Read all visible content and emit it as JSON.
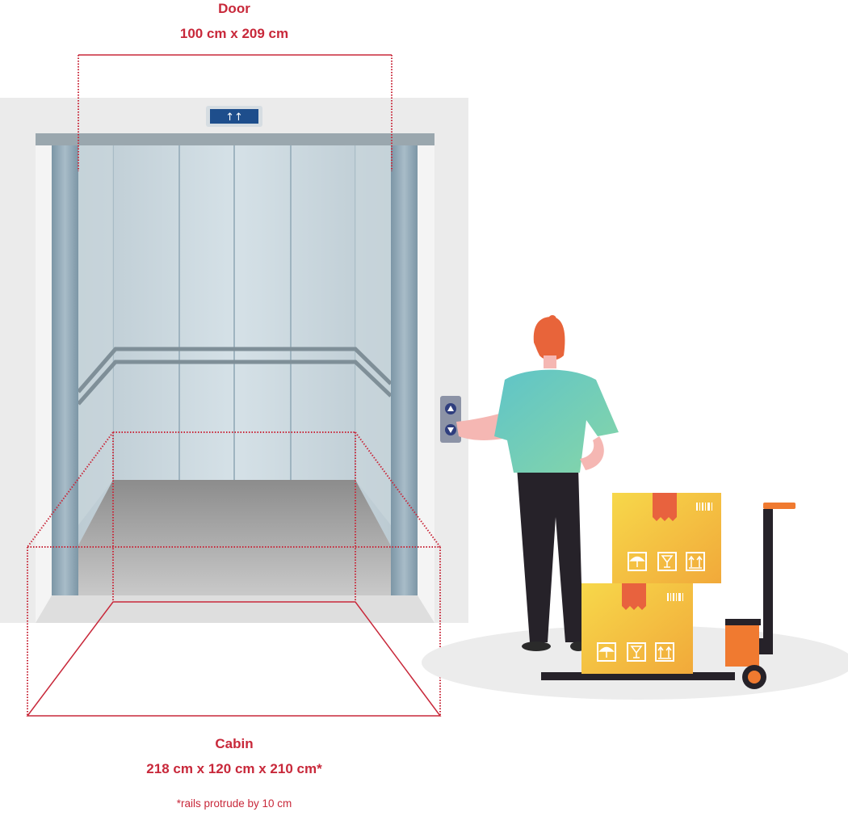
{
  "door": {
    "title": "Door",
    "dimensions": "100 cm x 209 cm"
  },
  "cabin": {
    "title": "Cabin",
    "dimensions": "218 cm x 120 cm x 210 cm*"
  },
  "footnote": "*rails protrude by 10 cm",
  "floor_indicator": "↑↑",
  "colors": {
    "dimension_red": "#c8283a",
    "wall_grey": "#e9e9e9",
    "shirt_teal": "#6ec9c2",
    "box_yellow": "#f5c23c",
    "tape_orange": "#e8623e",
    "hair_orange": "#e8643a"
  },
  "icons": [
    "up-arrow-icon",
    "down-arrow-icon",
    "umbrella-icon",
    "fragile-glass-icon",
    "this-way-up-icon",
    "barcode-icon"
  ]
}
